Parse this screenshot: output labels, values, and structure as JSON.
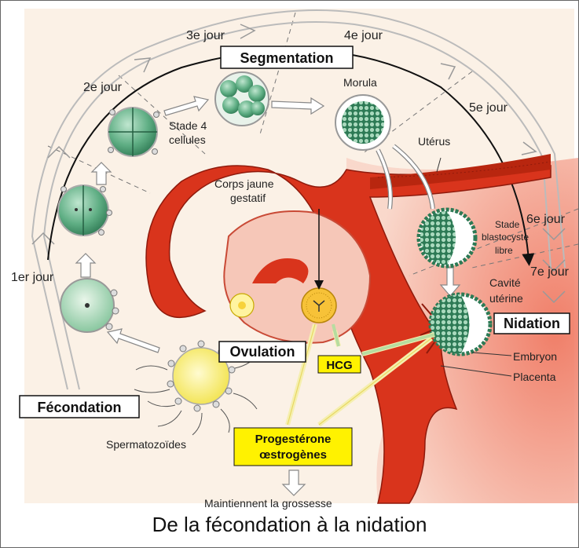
{
  "days": [
    "1er jour",
    "2e jour",
    "3e jour",
    "4e jour",
    "5e jour",
    "6e jour",
    "7e jour"
  ],
  "phases": {
    "segmentation": "Segmentation",
    "fecondation": "Fécondation",
    "ovulation": "Ovulation",
    "nidation": "Nidation"
  },
  "labels": {
    "stade4": [
      "Stade 4",
      "cellules"
    ],
    "morula": "Morula",
    "uterus": "Utérus",
    "corps_jaune": [
      "Corps jaune",
      "gestatif"
    ],
    "blastocyste": [
      "Stade",
      "blastocyste",
      "libre"
    ],
    "cavite": [
      "Cavité",
      "utérine"
    ],
    "embryon": "Embryon",
    "placenta": "Placenta",
    "spermatozoides": "Spermatozoïdes",
    "maintiennent": "Maintiennent la grossesse"
  },
  "hormones": {
    "hcg": "HCG",
    "progesterone": [
      "Progestérone",
      "œstrogènes"
    ]
  },
  "caption": "De la fécondation à la nidation",
  "colors": {
    "uterus_red": "#d9341c",
    "tissue_pink": "#f6c7b8",
    "cell_green": "#4e9c72",
    "highlight_yellow": "#fff200",
    "background_cream": "#fbf1e6"
  }
}
